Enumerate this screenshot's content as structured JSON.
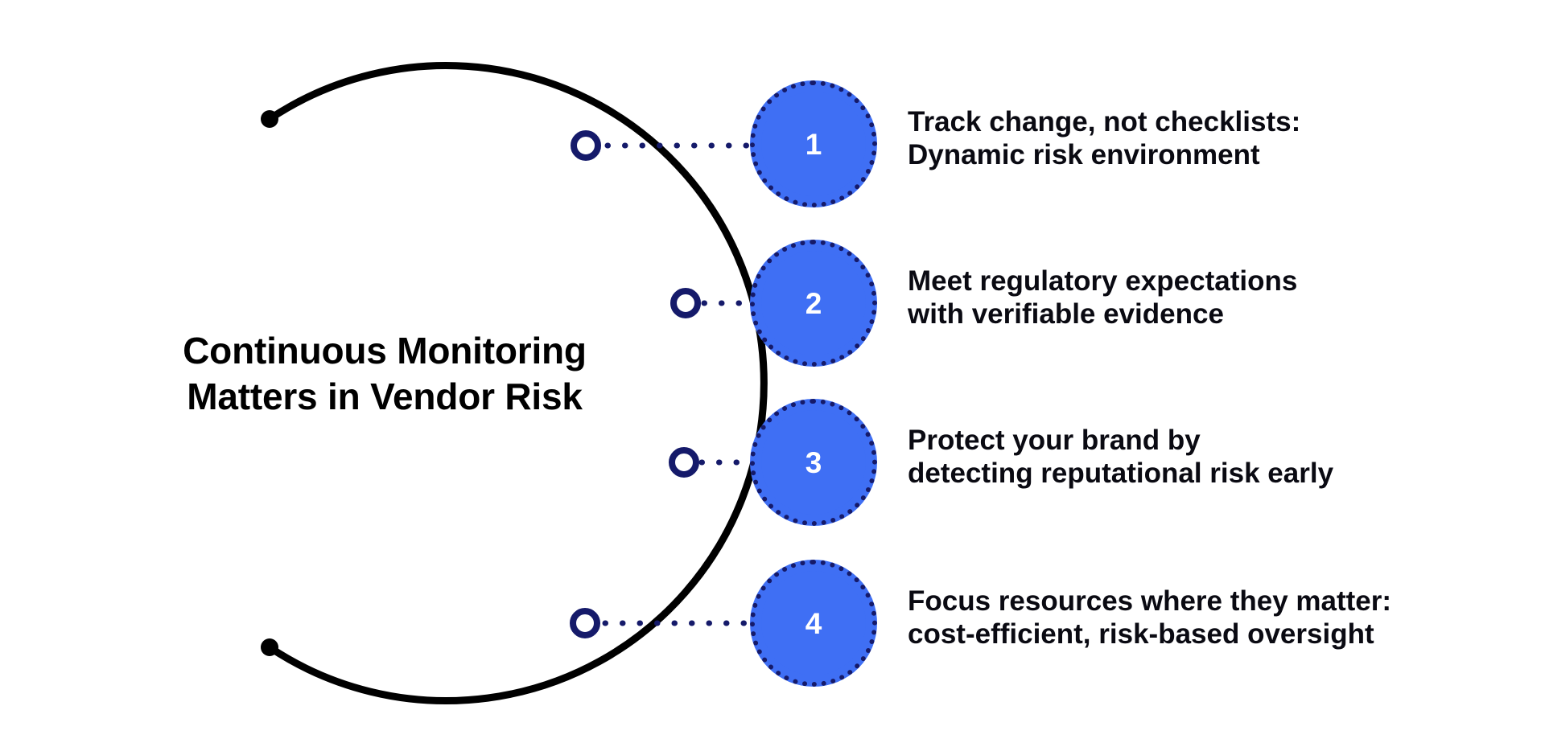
{
  "heading": {
    "line1": "Continuous Monitoring",
    "line2": "Matters in Vendor Risk",
    "text": "Continuous Monitoring\nMatters in Vendor Risk"
  },
  "colors": {
    "background": "#ffffff",
    "arc": "#000000",
    "badge_fill": "#3f6ff4",
    "badge_dots": "#151a6a",
    "leader_dots": "#151a6a",
    "node_stroke": "#151a6a",
    "node_fill": "#ffffff",
    "heading_text": "#000000",
    "item_text": "#0a0a12",
    "badge_number_text": "#ffffff"
  },
  "items": [
    {
      "number": "1",
      "line1": "Track change, not checklists:",
      "line2": "Dynamic risk environment",
      "text": "Track change, not checklists:\nDynamic risk environment"
    },
    {
      "number": "2",
      "line1": "Meet regulatory expectations",
      "line2": "with verifiable evidence",
      "text": "Meet regulatory expectations\nwith verifiable evidence"
    },
    {
      "number": "3",
      "line1": "Protect your brand by",
      "line2": "detecting reputational risk early",
      "text": "Protect your brand by\ndetecting reputational risk early"
    },
    {
      "number": "4",
      "line1": "Focus resources where they matter:",
      "line2": "cost-efficient, risk-based oversight",
      "text": "Focus resources where they matter:\ncost-efficient, risk-based oversight"
    }
  ]
}
